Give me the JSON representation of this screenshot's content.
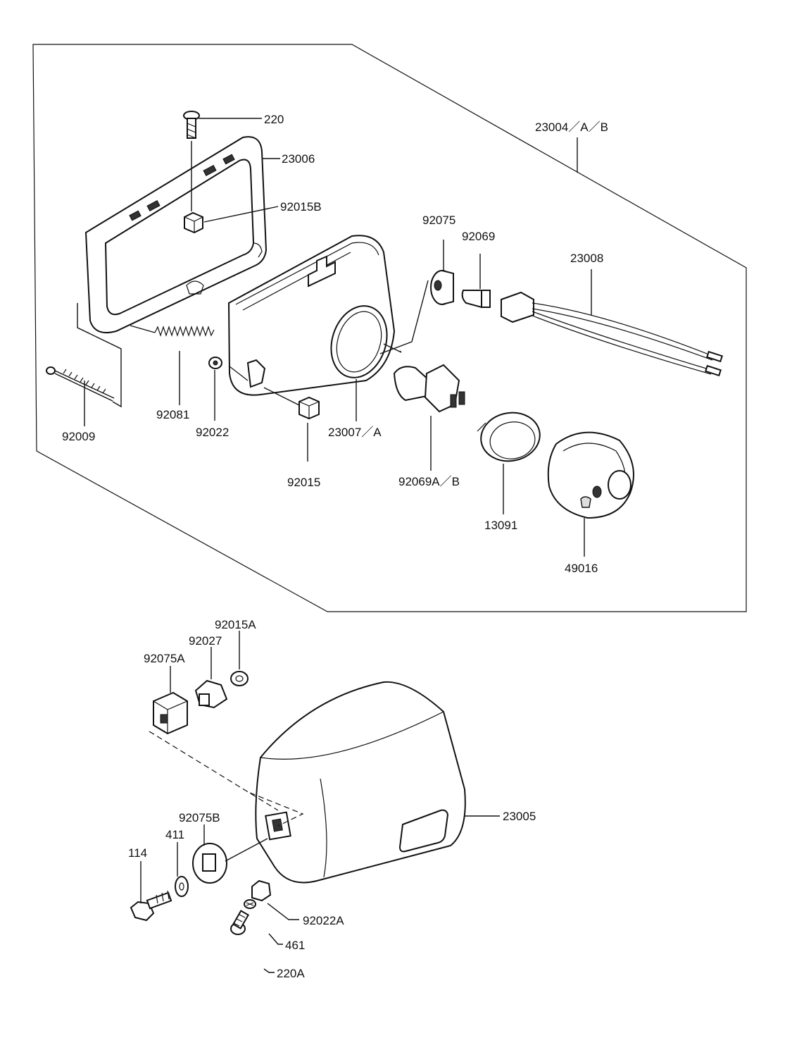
{
  "labels": {
    "p220": "220",
    "p23006": "23006",
    "p92015B": "92015B",
    "p23004": "23004／A／B",
    "p92075": "92075",
    "p92069": "92069",
    "p23008": "23008",
    "p92081": "92081",
    "p92022": "92022",
    "p92009": "92009",
    "p23007": "23007／A",
    "p92015": "92015",
    "p92069AB": "92069A／B",
    "p13091": "13091",
    "p49016": "49016",
    "p92015A": "92015A",
    "p92027": "92027",
    "p92075A": "92075A",
    "p23005": "23005",
    "p92075B": "92075B",
    "p411": "411",
    "p114": "114",
    "p92022A": "92022A",
    "p461": "461",
    "p220A": "220A"
  }
}
